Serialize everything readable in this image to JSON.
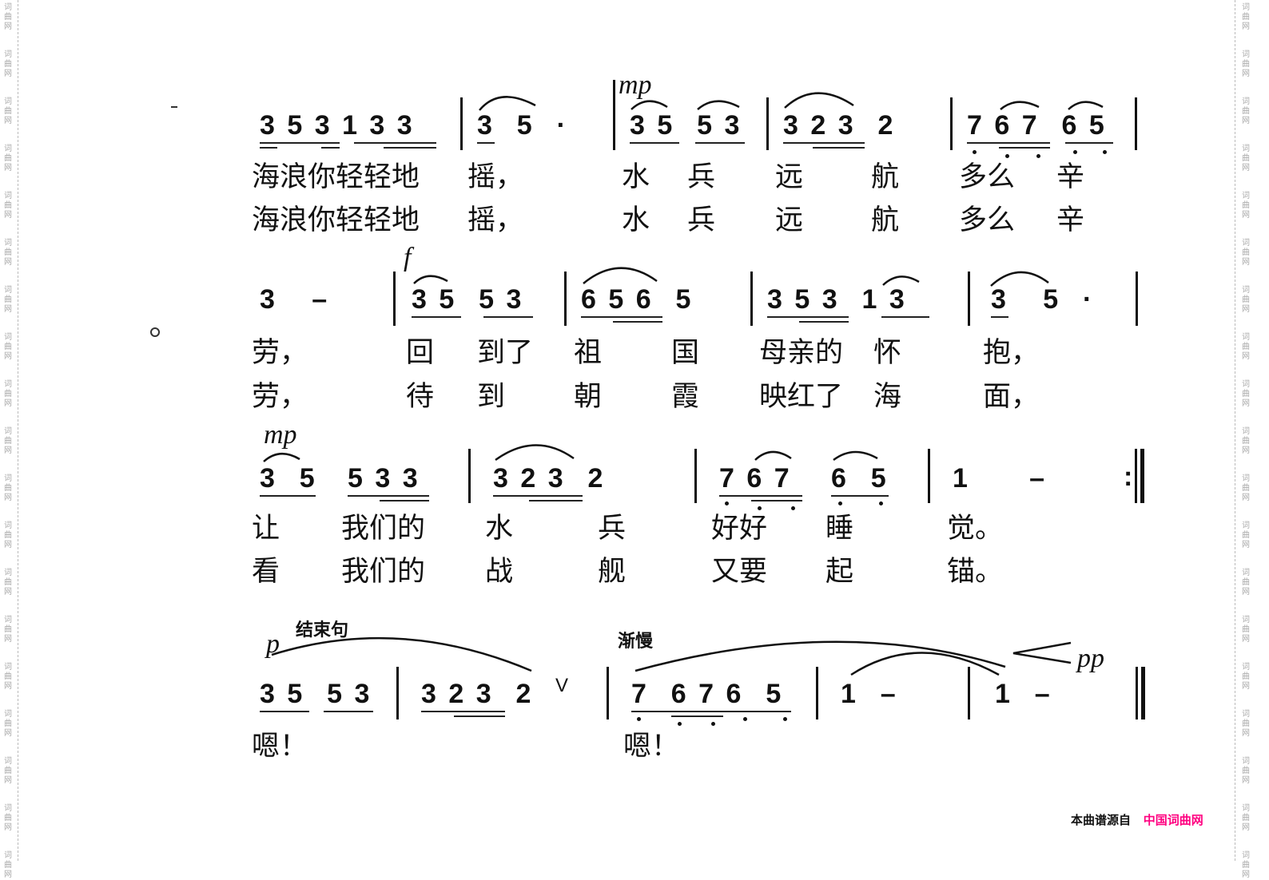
{
  "watermark": {
    "text": "词曲网"
  },
  "footer": {
    "source_label": "本曲谱源自",
    "site_name": "中国词曲网",
    "site_color": "#ff0080"
  },
  "line1": {
    "dynamic": "mp",
    "measures": [
      "3 5 3 1 3 3",
      "3  5  ·",
      "3 5  5 3",
      "3 2 3  2",
      "7 6 7  6 5"
    ],
    "verse1": [
      "海浪你轻轻地",
      "摇，",
      "水",
      "兵",
      "远",
      "航",
      "多么",
      "辛"
    ],
    "verse2": [
      "海浪你轻轻地",
      "摇，",
      "水",
      "兵",
      "远",
      "航",
      "多么",
      "辛"
    ]
  },
  "line2": {
    "dynamic": "f",
    "measures": [
      "3   –",
      "3 5  5 3",
      "6 5 6  5",
      "3 5 3  1 3",
      "3   5  ·"
    ],
    "verse1": [
      "劳，",
      "回",
      "到了",
      "祖",
      "国",
      "母亲的",
      "怀",
      "抱，"
    ],
    "verse2": [
      "劳，",
      "待",
      "到",
      "朝",
      "霞",
      "映红了",
      "海",
      "面，"
    ]
  },
  "line3": {
    "dynamic": "mp",
    "measures": [
      "3  5",
      "5 3 3",
      "3 2 3  2",
      "7 6 7",
      "6  5",
      "1     –",
      ":"
    ],
    "verse1": [
      "让",
      "我们的",
      "水",
      "兵",
      "好好",
      "睡",
      "觉。"
    ],
    "verse2": [
      "看",
      "我们的",
      "战",
      "舰",
      "又要",
      "起",
      "锚。"
    ]
  },
  "line4": {
    "dynamic_start": "p",
    "ending_label": "结束句",
    "breath_mark": "V",
    "tempo_label": "渐慢",
    "dynamic_end": "pp",
    "measures": [
      "3 5  5 3",
      "3 2 3  2",
      "7  6 7 6  5",
      "1  –",
      "1  –"
    ],
    "lyrics": [
      "嗯！",
      "嗯！"
    ]
  }
}
